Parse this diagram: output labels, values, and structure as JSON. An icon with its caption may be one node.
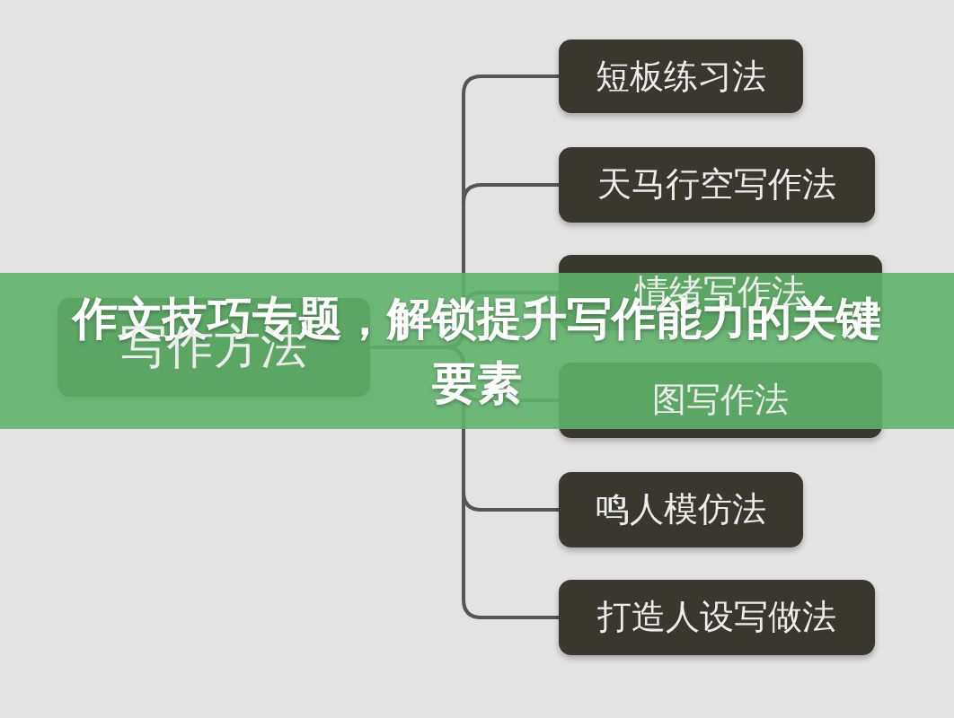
{
  "diagram": {
    "title": "作文技巧专题，解锁提升写作能力的关键要素",
    "nodes": [
      {
        "text": [
          "写作方法"
        ]
      },
      {
        "text": [
          "短板练习法"
        ]
      },
      {
        "text": [
          "天马行空写作法"
        ]
      },
      {
        "text": [
          "情绪写作法"
        ]
      },
      {
        "text": [
          "图写作法"
        ]
      },
      {
        "text": [
          "鸣人模仿法"
        ]
      },
      {
        "text": [
          "打造人设写做法"
        ]
      }
    ],
    "edges": [
      {
        "from": 0,
        "to": 1,
        "arrow": "none"
      },
      {
        "from": 0,
        "to": 2,
        "arrow": "none"
      },
      {
        "from": 0,
        "to": 3,
        "arrow": "none"
      },
      {
        "from": 0,
        "to": 4,
        "arrow": "none"
      },
      {
        "from": 0,
        "to": 5,
        "arrow": "none"
      },
      {
        "from": 0,
        "to": 6,
        "arrow": "none"
      }
    ]
  }
}
